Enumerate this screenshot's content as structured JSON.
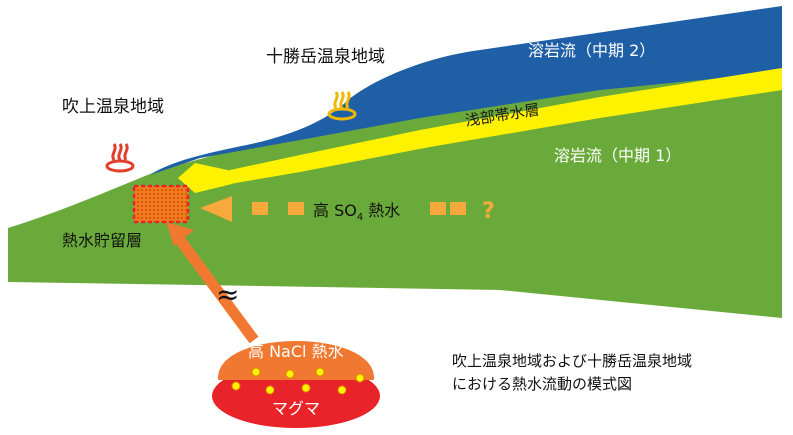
{
  "labels": {
    "fukiage_area": "吹上温泉地域",
    "tokachidake_area": "十勝岳温泉地域",
    "lava_mid2": "溶岩流（中期 2）",
    "shallow_aquifer": "浅部帯水層",
    "lava_mid1": "溶岩流（中期 1）",
    "reservoir": "熱水貯留層",
    "high_so4_prefix": "高 SO",
    "high_so4_sub": "4",
    "high_so4_suffix": " 熱水",
    "question_mark": "?",
    "approx_symbol": "≈",
    "high_nacl": "高 NaCl 熱水",
    "magma": "マグマ"
  },
  "caption": {
    "line1": "吹上温泉地域および十勝岳温泉地域",
    "line2": "における熱水流動の模式図"
  },
  "colors": {
    "green_layer": "#6aaa3a",
    "blue_layer": "#1f5fa6",
    "yellow_layer": "#fff200",
    "orange": "#f07830",
    "dashed_orange": "#f7a93b",
    "magma_red": "#e8232a",
    "hot_spring_icon_red": "#e0402a",
    "hot_spring_icon_gold": "#f0b800"
  },
  "icons": {
    "fukiage": "hot-spring-icon",
    "tokachidake": "hot-spring-icon"
  }
}
